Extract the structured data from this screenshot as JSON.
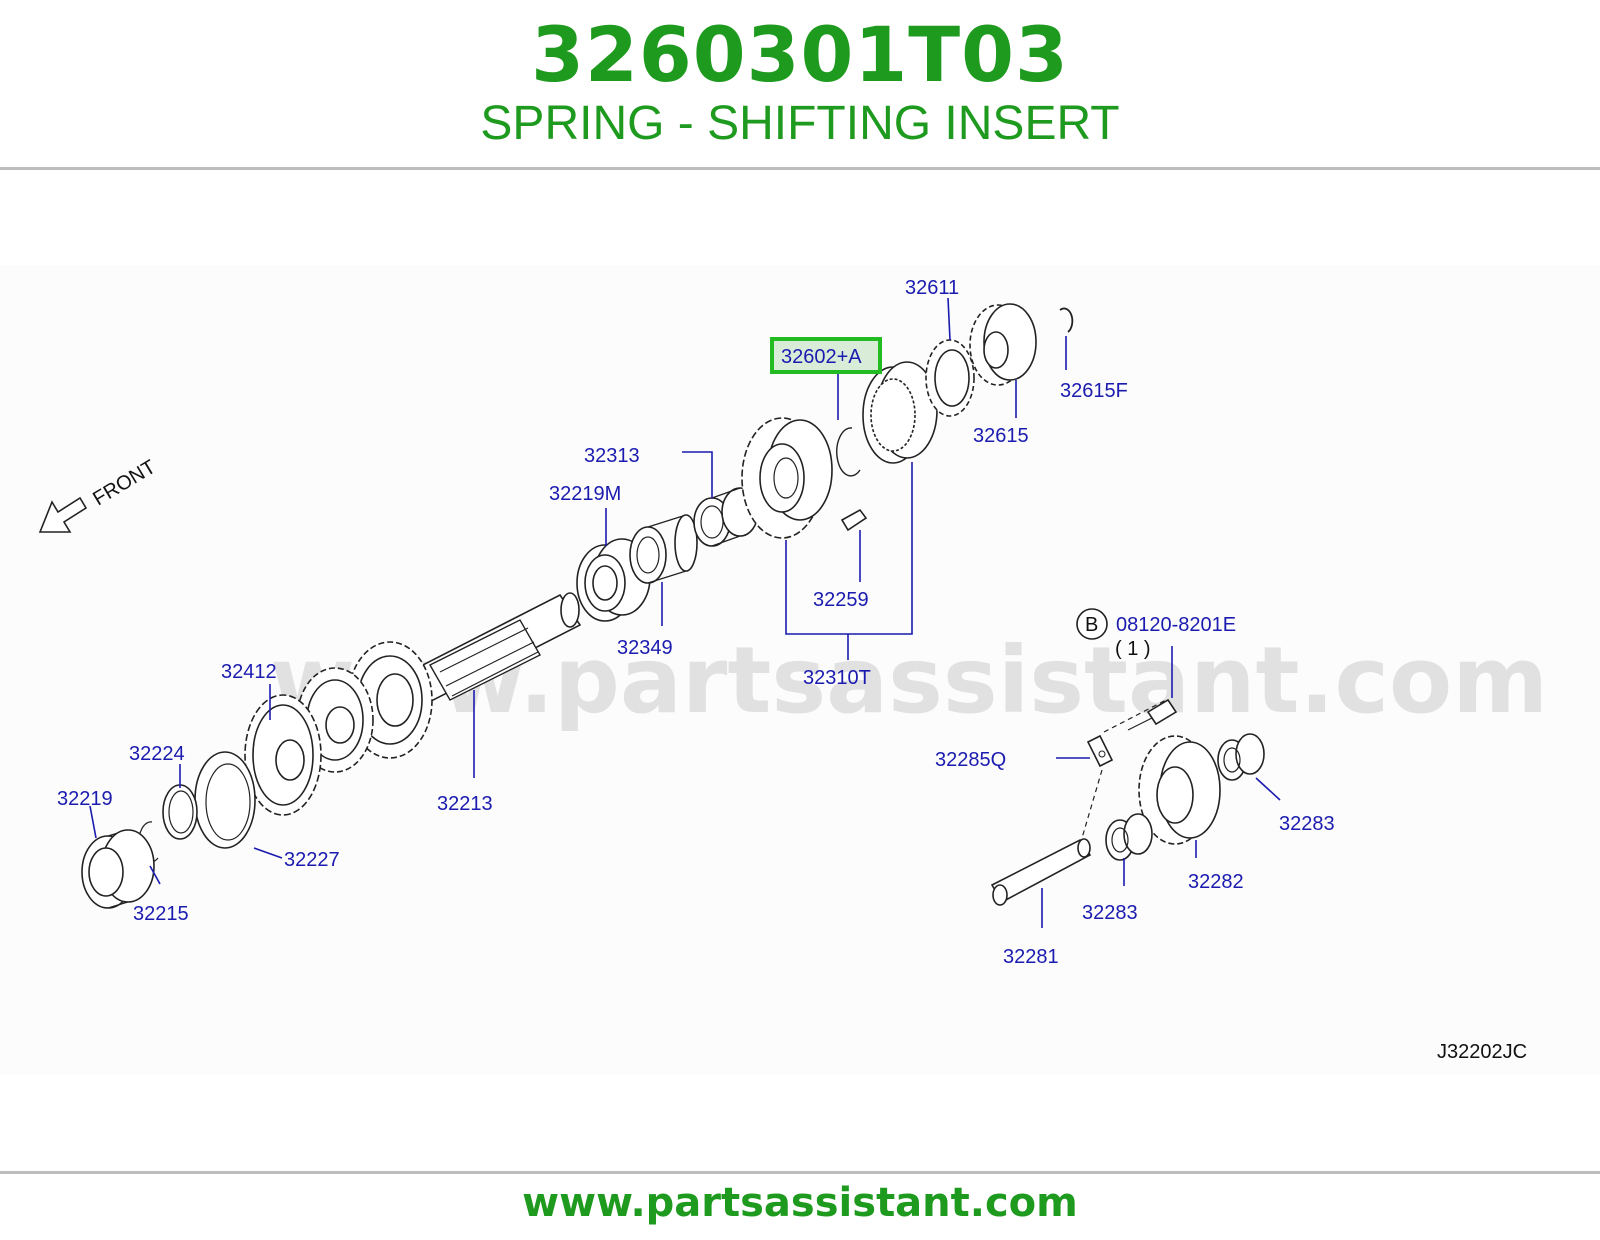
{
  "header": {
    "part_number": "3260301T03",
    "part_name": "SPRING - SHIFTING INSERT"
  },
  "colors": {
    "brand_green": "#1e9a1e",
    "label_blue": "#1b1bb0",
    "highlight_green": "#22bb22",
    "highlight_fill": "#d8ecd8"
  },
  "watermark": "www.partsassistant.com",
  "footer": {
    "url": "www.partsassistant.com"
  },
  "diagram": {
    "front_label": "FRONT",
    "diagram_code": "J32202JC",
    "bolt_marker": "B",
    "bolt_qty": "( 1 )",
    "labels": {
      "p32611": "32611",
      "p32602A": "32602+A",
      "p32615F": "32615F",
      "p32615": "32615",
      "p32313": "32313",
      "p32219M": "32219M",
      "p32259": "32259",
      "p32349": "32349",
      "p32310T": "32310T",
      "p08120": "08120-8201E",
      "p32412": "32412",
      "p32224": "32224",
      "p32213": "32213",
      "p32219": "32219",
      "p32227": "32227",
      "p32215": "32215",
      "p32285Q": "32285Q",
      "p32283a": "32283",
      "p32282": "32282",
      "p32283b": "32283",
      "p32281": "32281"
    }
  }
}
